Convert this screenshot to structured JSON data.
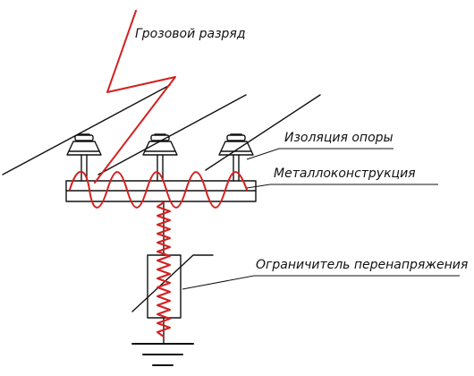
{
  "labels": {
    "lightning": "Грозовой разряд",
    "insulation": "Изоляция опоры",
    "metal_structure": "Металлоконструкция",
    "limiter": "Ограничитель перенапряжения"
  },
  "colors": {
    "lines": "#111111",
    "current_path": "#d42020",
    "background": "#ffffff"
  }
}
